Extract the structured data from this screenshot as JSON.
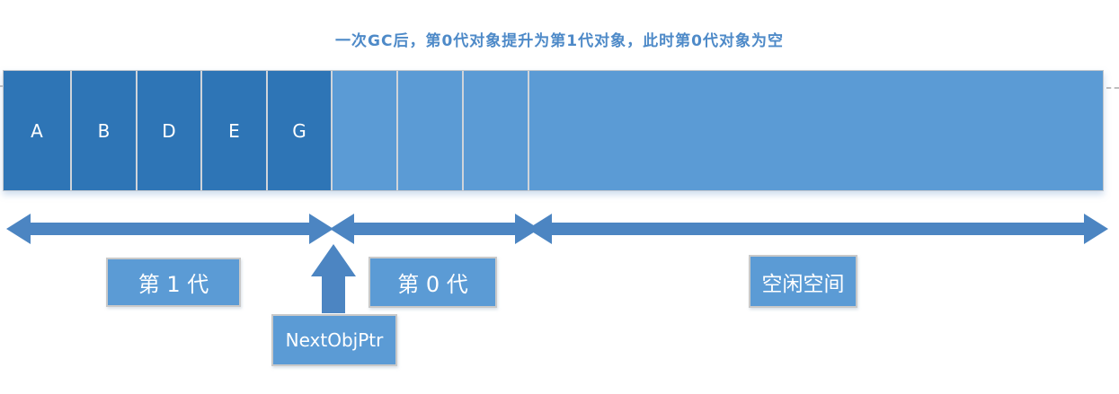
{
  "title": "一次GC后，第0代对象提升为第1代对象，此时第0代对象为空",
  "bar": {
    "gen1_cells": [
      {
        "label": "A"
      },
      {
        "label": "B"
      },
      {
        "label": "D"
      },
      {
        "label": "E"
      },
      {
        "label": "G"
      }
    ],
    "gen0_empty_cell_count": 3,
    "free_cell_count": 1
  },
  "labels": {
    "gen1": "第 1 代",
    "gen0": "第 0 代",
    "free": "空闲空间",
    "pointer": "NextObjPtr"
  },
  "colors": {
    "gen1_cell": "#2E75B6",
    "gen0_cell": "#5B9BD5",
    "free_cell": "#5B9BD5",
    "arrow": "#4C85C2",
    "label_box_fill": "#5B9BD5",
    "label_box_border": "#C9C9C9",
    "label_text": "#FFFFFF",
    "title_text": "#4E8AC8",
    "cell_separator": "#CFD4DA"
  }
}
